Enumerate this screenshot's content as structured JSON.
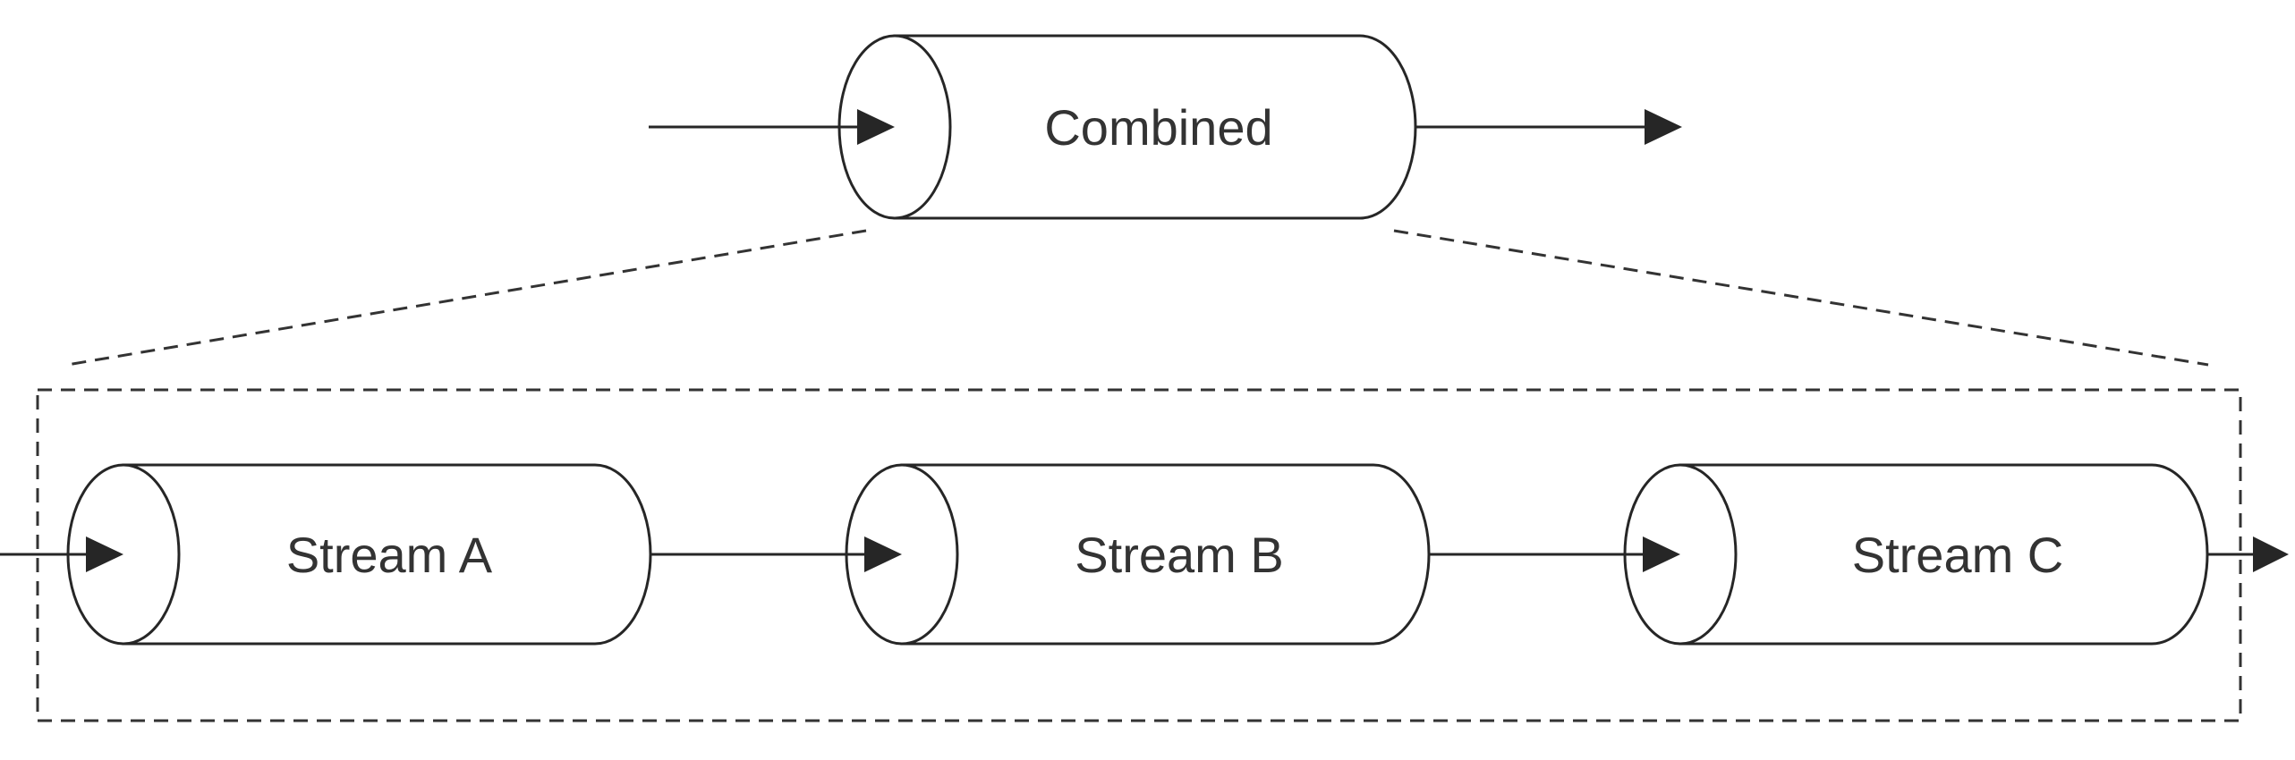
{
  "diagram": {
    "combined": {
      "label": "Combined"
    },
    "streams": [
      {
        "label": "Stream A"
      },
      {
        "label": "Stream B"
      },
      {
        "label": "Stream C"
      }
    ]
  },
  "colors": {
    "stroke": "#262626",
    "text": "#333333",
    "background": "#ffffff"
  }
}
